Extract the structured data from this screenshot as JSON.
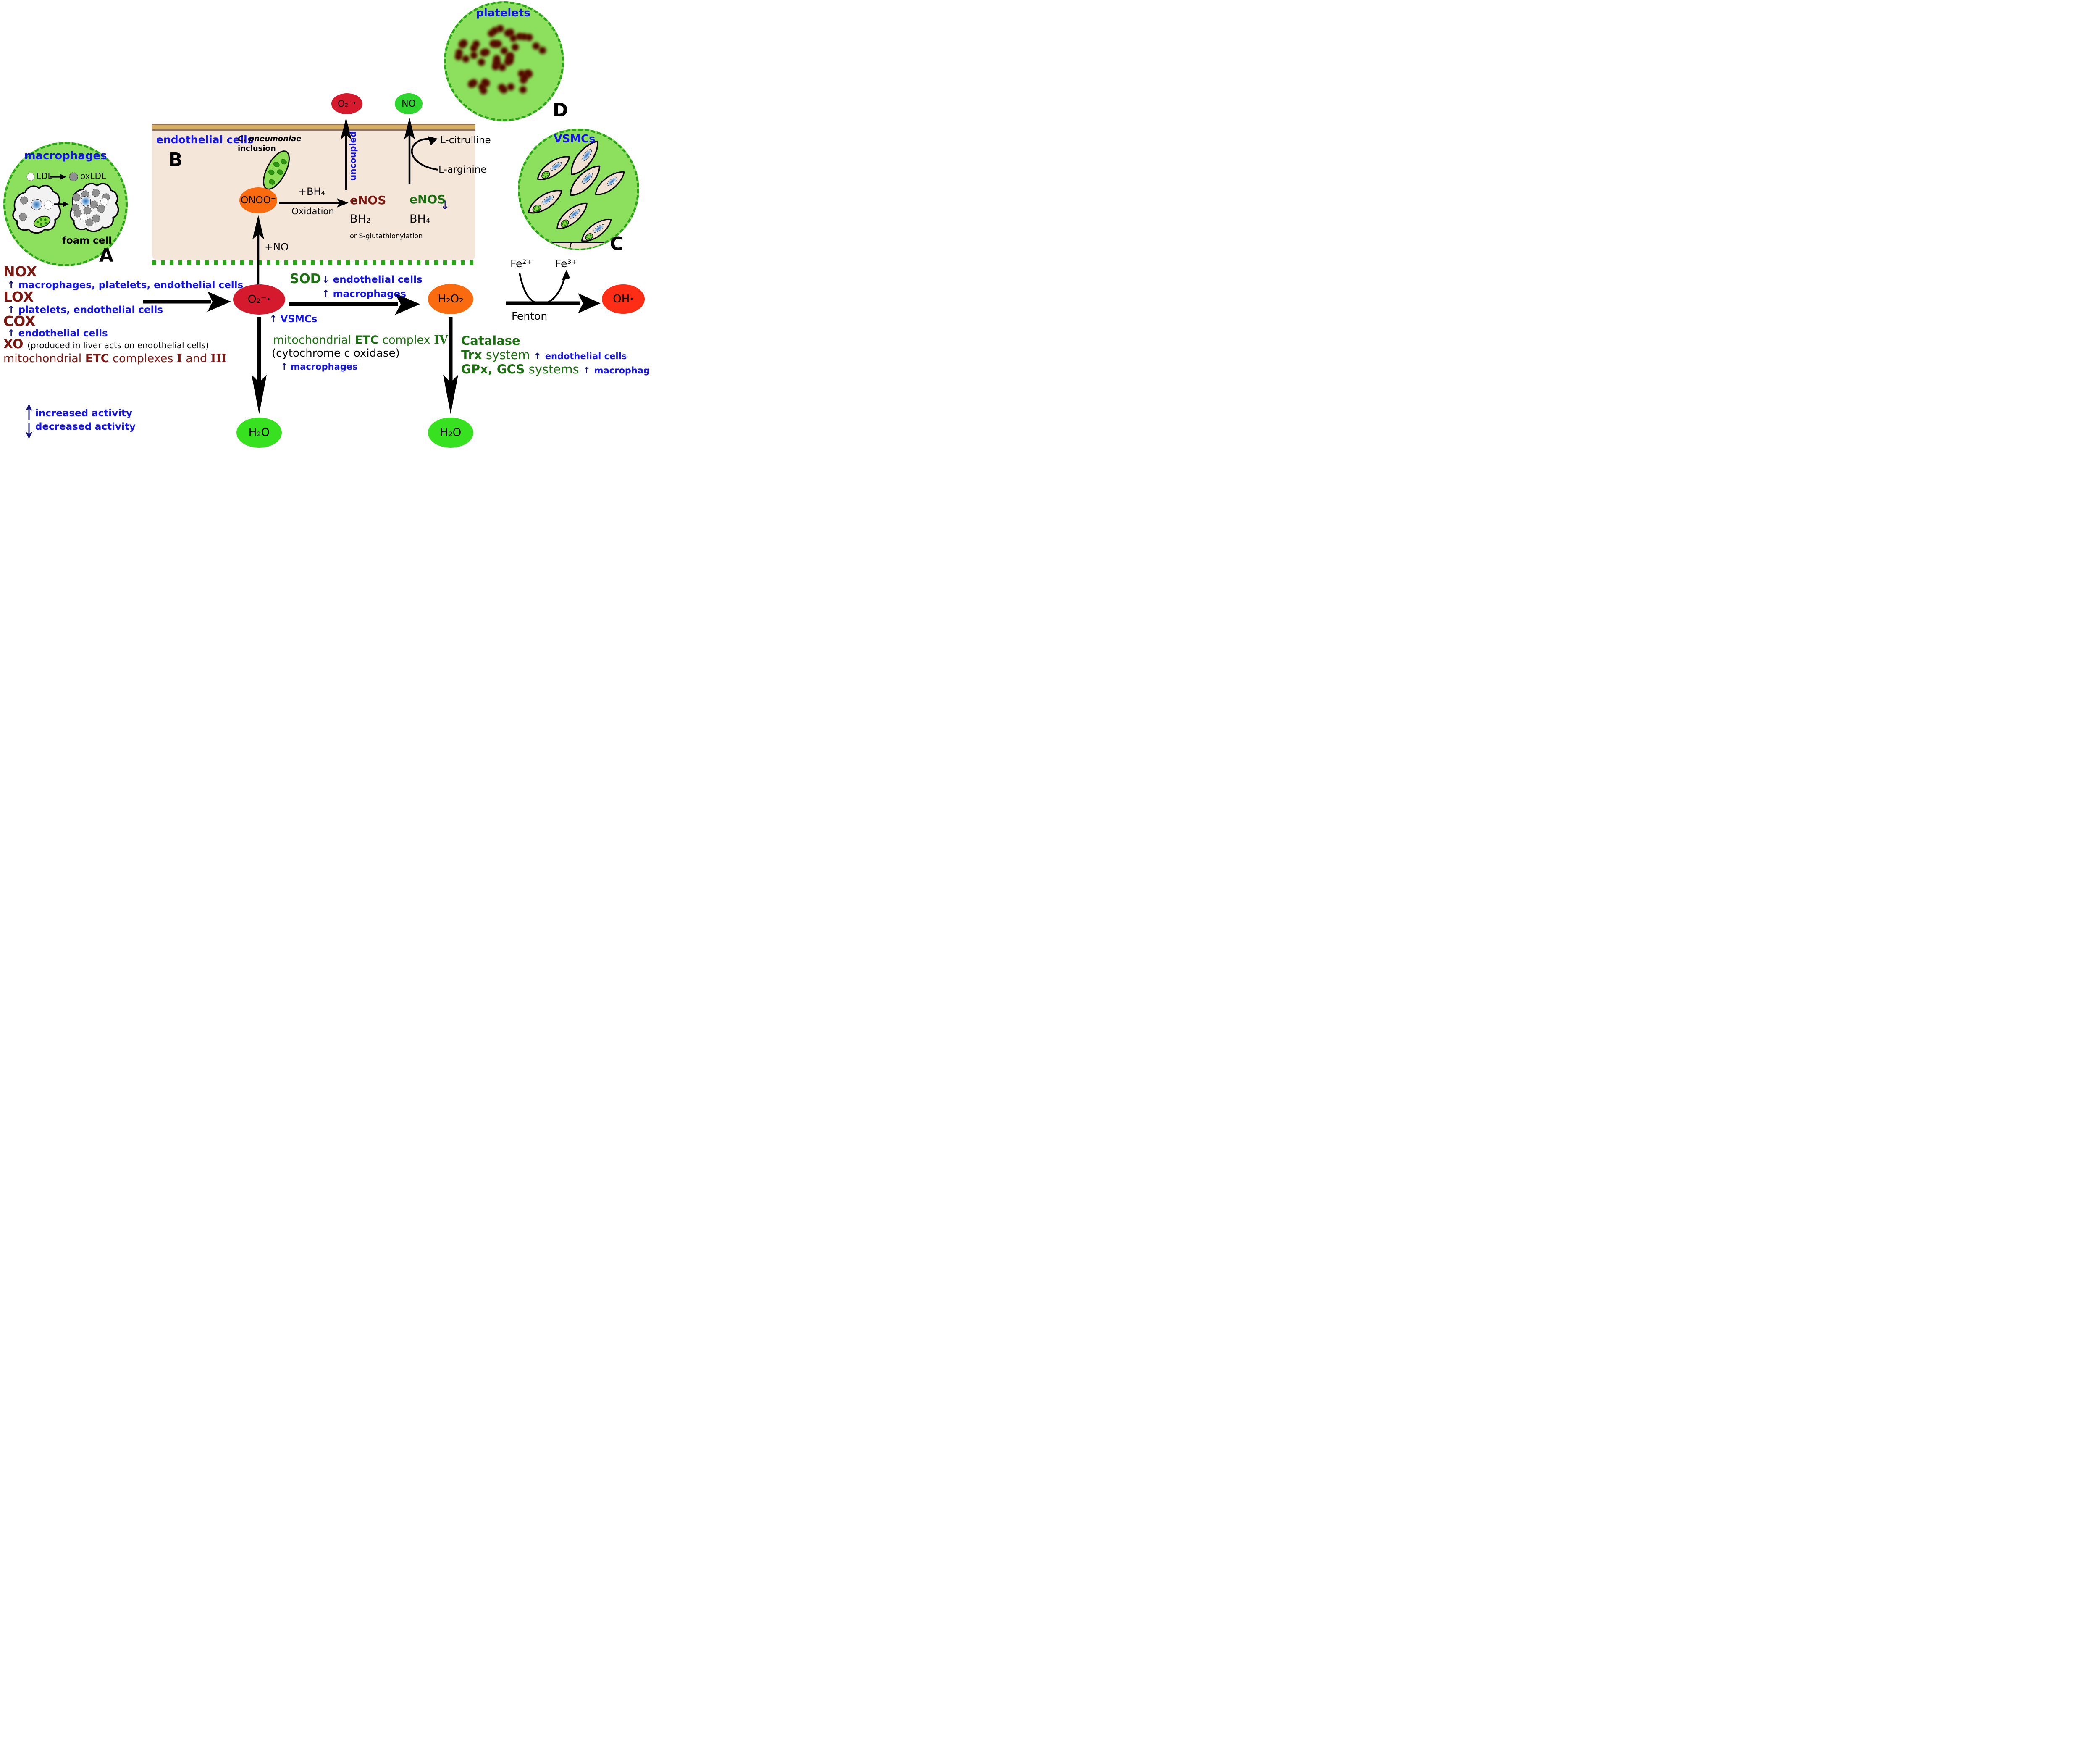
{
  "palette": {
    "blue": "#1414e8",
    "navy": "#17177e",
    "dark_red": "#7a1812",
    "green": "#1c6f10",
    "oval_red": "#d41a2c",
    "oval_no_green": "#2fd62f",
    "oval_h2o_green": "#37e11f",
    "oval_orange": "#fa6b10",
    "oval_oh_red": "#fd2e15",
    "cell_fill": "#8ce05d",
    "cell_border": "#2ba31a",
    "beige": "#f4e6d8",
    "membrane_tan": "#d5ad63",
    "membrane_edge": "#8a7461"
  },
  "panelA": {
    "title": "macrophages",
    "ldl": "LDL",
    "oxldl": "oxLDL",
    "foam_cell": "foam cell",
    "letter": "A"
  },
  "panelB": {
    "title": "endothelial cells",
    "letter": "B",
    "pathogen": "C. pneumoniae",
    "pathogen2": "inclusion",
    "onoo": "ONOO⁻",
    "plus_bh4": "+BH₄",
    "oxidation": "Oxidation",
    "enos_uncoupled": "eNOS",
    "bh2": "BH₂",
    "s_glut": "or S-glutathionylation",
    "enos_coupled": "eNOS",
    "enos_down": "↓",
    "bh4": "BH₄",
    "uncoupled": "uncoupled",
    "l_citrulline": "L-citrulline",
    "l_arginine": "L-arginine",
    "plus_no": "+NO"
  },
  "panelC": {
    "title": "VSMCs",
    "letter": "C"
  },
  "panelD": {
    "title": "platelets",
    "letter": "D"
  },
  "molecules": {
    "superoxide_top": {
      "formula": "O₂⁻",
      "radical": "•"
    },
    "no_top": "NO",
    "superoxide": {
      "formula": "O₂⁻",
      "radical": "•"
    },
    "h2o2": "H₂O₂",
    "oh": {
      "formula": "OH",
      "radical": "•"
    },
    "h2o_left": "H₂O",
    "h2o_right": "H₂O"
  },
  "sources": {
    "nox": {
      "name": "NOX",
      "up": "↑",
      "cells": "macrophages, platelets, endothelial cells"
    },
    "lox": {
      "name": "LOX",
      "up": "↑",
      "cells": "platelets, endothelial cells"
    },
    "cox": {
      "name": "COX",
      "up": "↑",
      "cells": "endothelial cells"
    },
    "xo": {
      "name": "XO",
      "note": "(produced in liver acts on endothelial cells)"
    },
    "mito": {
      "pre": "mitochondrial ",
      "etc": "ETC",
      "mid": " complexes ",
      "c1": "I",
      "and": " and ",
      "c3": "III"
    }
  },
  "enzymes": {
    "sod": {
      "name": "SOD",
      "down": "↓",
      "down_cells": "endothelial cells",
      "up": "↑",
      "up_cells": "macrophages"
    },
    "vsmc_note": {
      "up": "↑",
      "cells": "VSMCs"
    },
    "etc4": {
      "pre": "mitochondrial ",
      "etc": "ETC",
      "mid": " complex ",
      "c4": "IV",
      "sub": "(cytochrome c oxidase)",
      "up": "↑",
      "cells": "macrophages"
    },
    "catalase": "Catalase",
    "trx": {
      "b": "Trx",
      "r": " system",
      "up": "↑",
      "cells": "endothelial cells"
    },
    "gpx": {
      "b": "GPx, GCS",
      "r": " systems",
      "up": "↑",
      "cells": "macrophages"
    }
  },
  "fenton": {
    "fe2": "Fe²⁺",
    "fe3": "Fe³⁺",
    "label": "Fenton"
  },
  "legend": {
    "up": "↑",
    "increased": "increased activity",
    "down": "↓",
    "decreased": "decreased activity"
  }
}
